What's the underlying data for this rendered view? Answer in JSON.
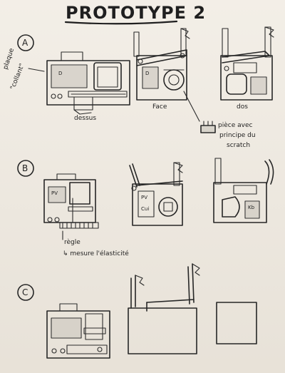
{
  "title": "PROTOTYPE 2",
  "sections": [
    {
      "letter": "A",
      "labels": {
        "side": [
          "plaque",
          "\"collant\""
        ],
        "dessus": "dessus",
        "face": "Face",
        "dos": "dos",
        "piece": [
          "pièce avec",
          "principe du",
          "scratch"
        ]
      }
    },
    {
      "letter": "B",
      "labels": {
        "regle": "règle",
        "mesure": "↳ mesure l'élasticité"
      }
    },
    {
      "letter": "C"
    }
  ],
  "sketch_text": {
    "d_letter": "D",
    "pv": "PV",
    "cui": "Cui",
    "kb": "Kb"
  }
}
